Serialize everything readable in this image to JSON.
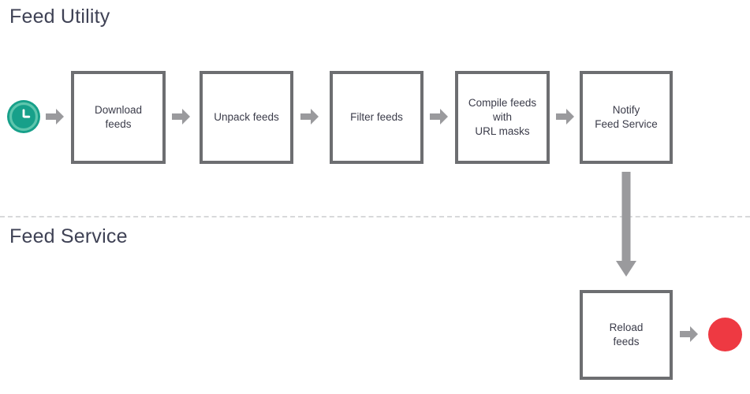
{
  "diagram": {
    "title": "Feed Utility",
    "lanes": [
      {
        "id": "feed-utility",
        "label": "Feed Utility"
      },
      {
        "id": "feed-service",
        "label": "Feed Service"
      }
    ],
    "nodes": [
      {
        "id": "start",
        "type": "start-event",
        "icon": "clock-icon",
        "label": "",
        "color": "#17a08a"
      },
      {
        "id": "download",
        "type": "process",
        "label": "Download\nfeeds"
      },
      {
        "id": "unpack",
        "type": "process",
        "label": "Unpack feeds"
      },
      {
        "id": "filter",
        "type": "process",
        "label": "Filter feeds"
      },
      {
        "id": "compile",
        "type": "process",
        "label": "Compile feeds\nwith\nURL masks"
      },
      {
        "id": "notify",
        "type": "process",
        "label": "Notify\nFeed Service"
      },
      {
        "id": "reload",
        "type": "process",
        "label": "Reload\nfeeds"
      },
      {
        "id": "end",
        "type": "end-event",
        "icon": "circle-icon",
        "label": "",
        "color": "#ee3942"
      }
    ],
    "edges": [
      {
        "from": "start",
        "to": "download",
        "direction": "right"
      },
      {
        "from": "download",
        "to": "unpack",
        "direction": "right"
      },
      {
        "from": "unpack",
        "to": "filter",
        "direction": "right"
      },
      {
        "from": "filter",
        "to": "compile",
        "direction": "right"
      },
      {
        "from": "compile",
        "to": "notify",
        "direction": "right"
      },
      {
        "from": "notify",
        "to": "reload",
        "direction": "down"
      },
      {
        "from": "reload",
        "to": "end",
        "direction": "right"
      }
    ],
    "colors": {
      "box_border": "#6d6e71",
      "box_fill": "#ffffff",
      "arrow": "#9a9a9d",
      "text": "#3b3c4a",
      "title_text": "#3f4255",
      "divider": "#d8d9da",
      "start_marker": "#17a08a",
      "start_marker_inner": "#4cc0a8",
      "end_marker": "#ee3942",
      "background": "#ffffff"
    },
    "divider": {
      "style": "dashed",
      "orientation": "horizontal"
    }
  }
}
